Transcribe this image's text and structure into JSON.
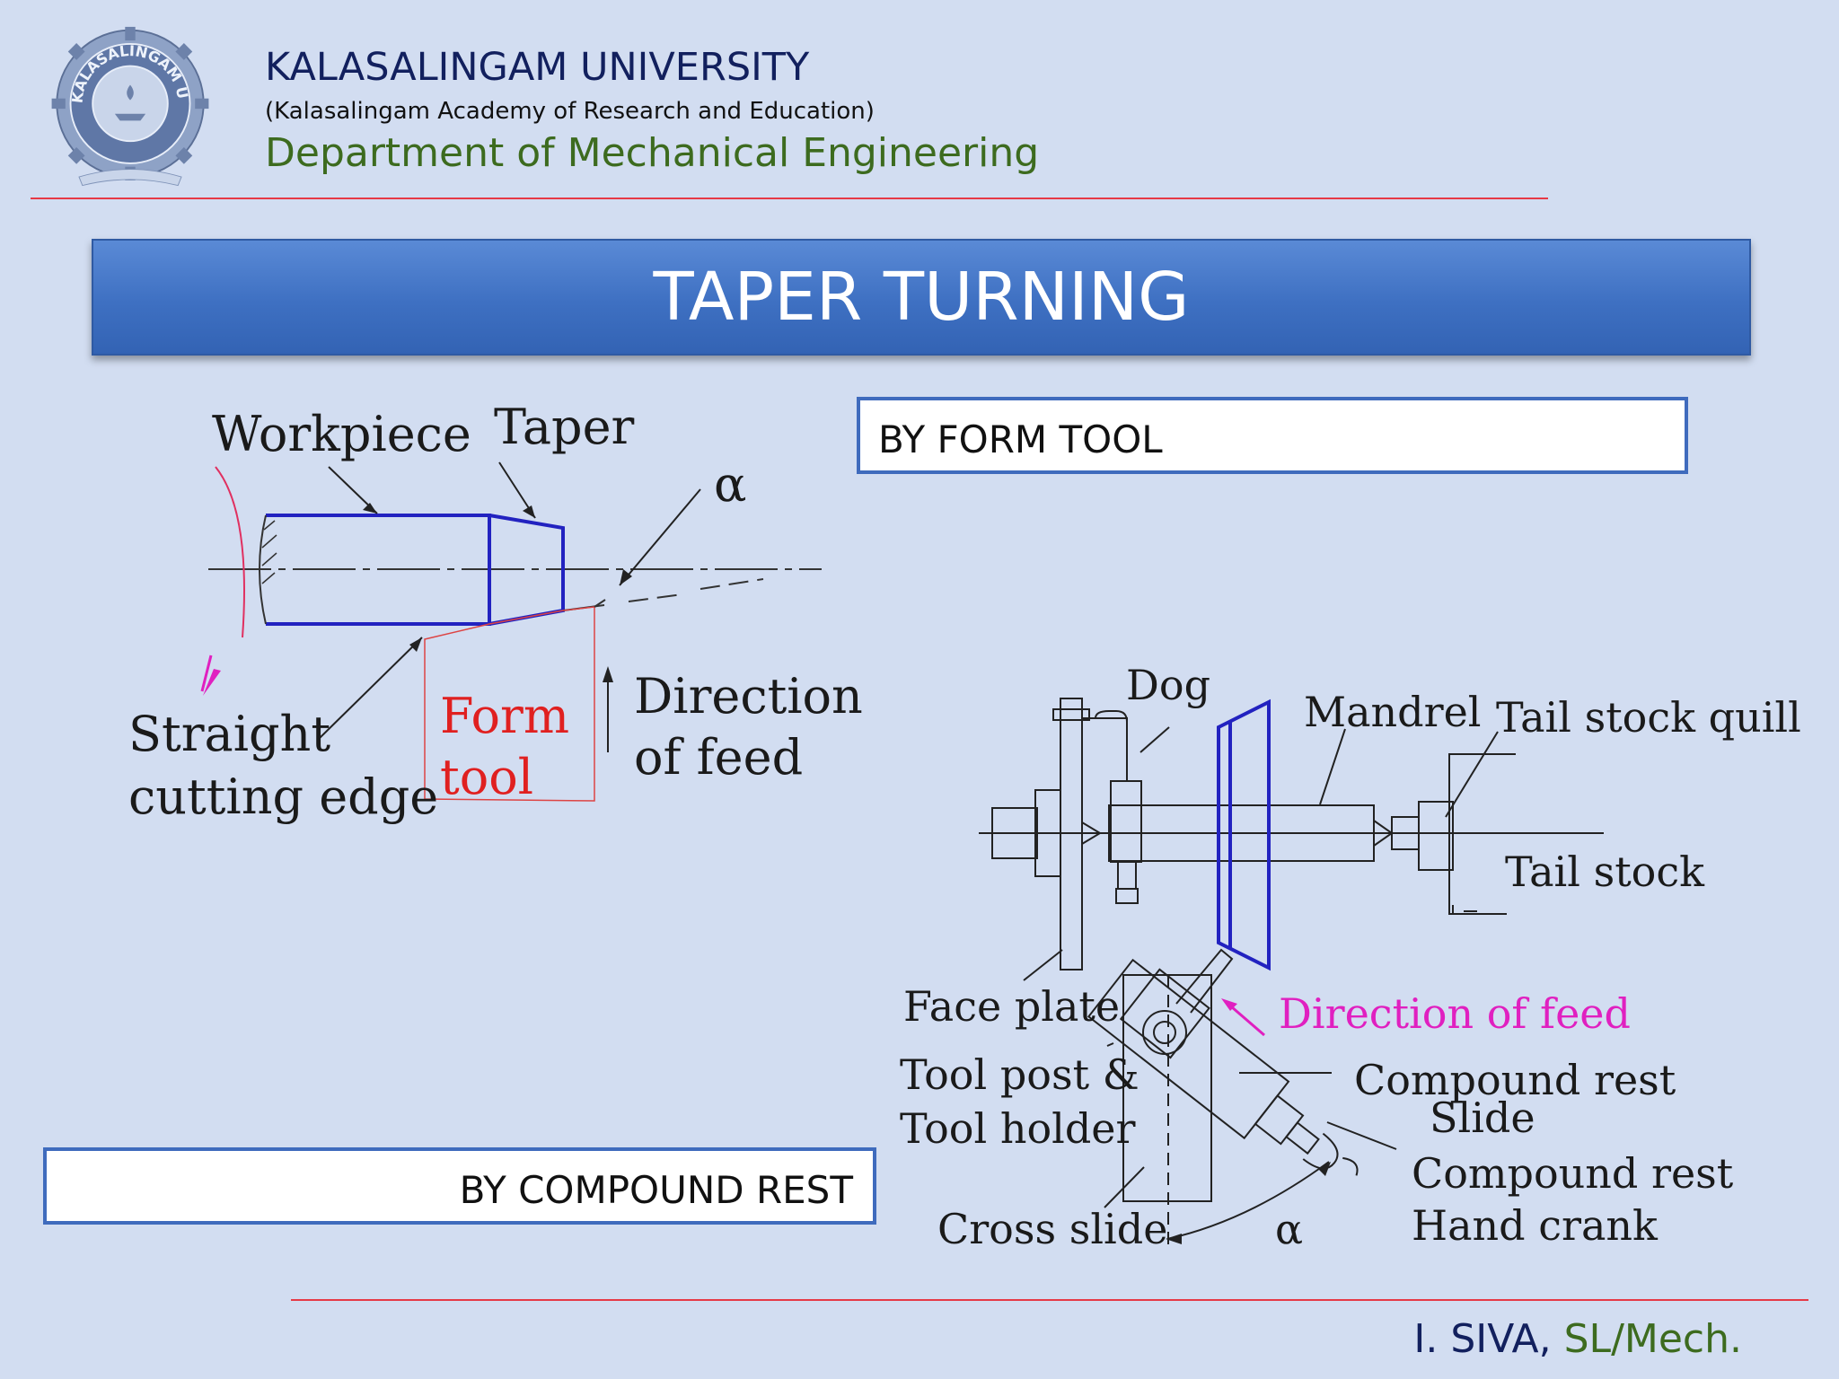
{
  "header": {
    "university": "KALASALINGAM UNIVERSITY",
    "subtitle": "(Kalasalingam Academy of Research and Education)",
    "department": "Department of Mechanical Engineering",
    "logo_text": "KALASALINGAM UNIVERSITY"
  },
  "title": "TAPER TURNING",
  "sections": {
    "form_tool": "BY FORM TOOL",
    "compound_rest": "BY COMPOUND REST"
  },
  "diagram1": {
    "workpiece": "Workpiece",
    "taper": "Taper",
    "alpha": "α",
    "straight": "Straight",
    "cutting_edge": "cutting edge",
    "form": "Form",
    "tool": "tool",
    "direction": "Direction",
    "of_feed": "of feed"
  },
  "diagram2": {
    "dog": "Dog",
    "mandrel": "Mandrel",
    "tail_stock_quill": "Tail stock quill",
    "tail_stock": "Tail stock",
    "face_plate": "Face plate",
    "direction_of_feed": "Direction of feed",
    "tool_post": "Tool post &",
    "tool_holder": "Tool holder",
    "compound_rest": "Compound rest",
    "slide": "Slide",
    "compound_rest2": "Compound rest",
    "hand_crank": "Hand crank",
    "cross_slide": "Cross slide",
    "alpha": "α"
  },
  "footer": {
    "name": "I. SIVA,",
    "role": " SL/Mech."
  },
  "colors": {
    "background": "#d2ddf1",
    "title_bar": "#4677c8",
    "university": "#12205e",
    "department": "#3d6b1f",
    "rule": "#e63946",
    "diagram_blue": "#2222c0",
    "diagram_red": "#e02020",
    "diagram_magenta": "#e020c0"
  },
  "icons": [
    "university-logo-icon"
  ]
}
